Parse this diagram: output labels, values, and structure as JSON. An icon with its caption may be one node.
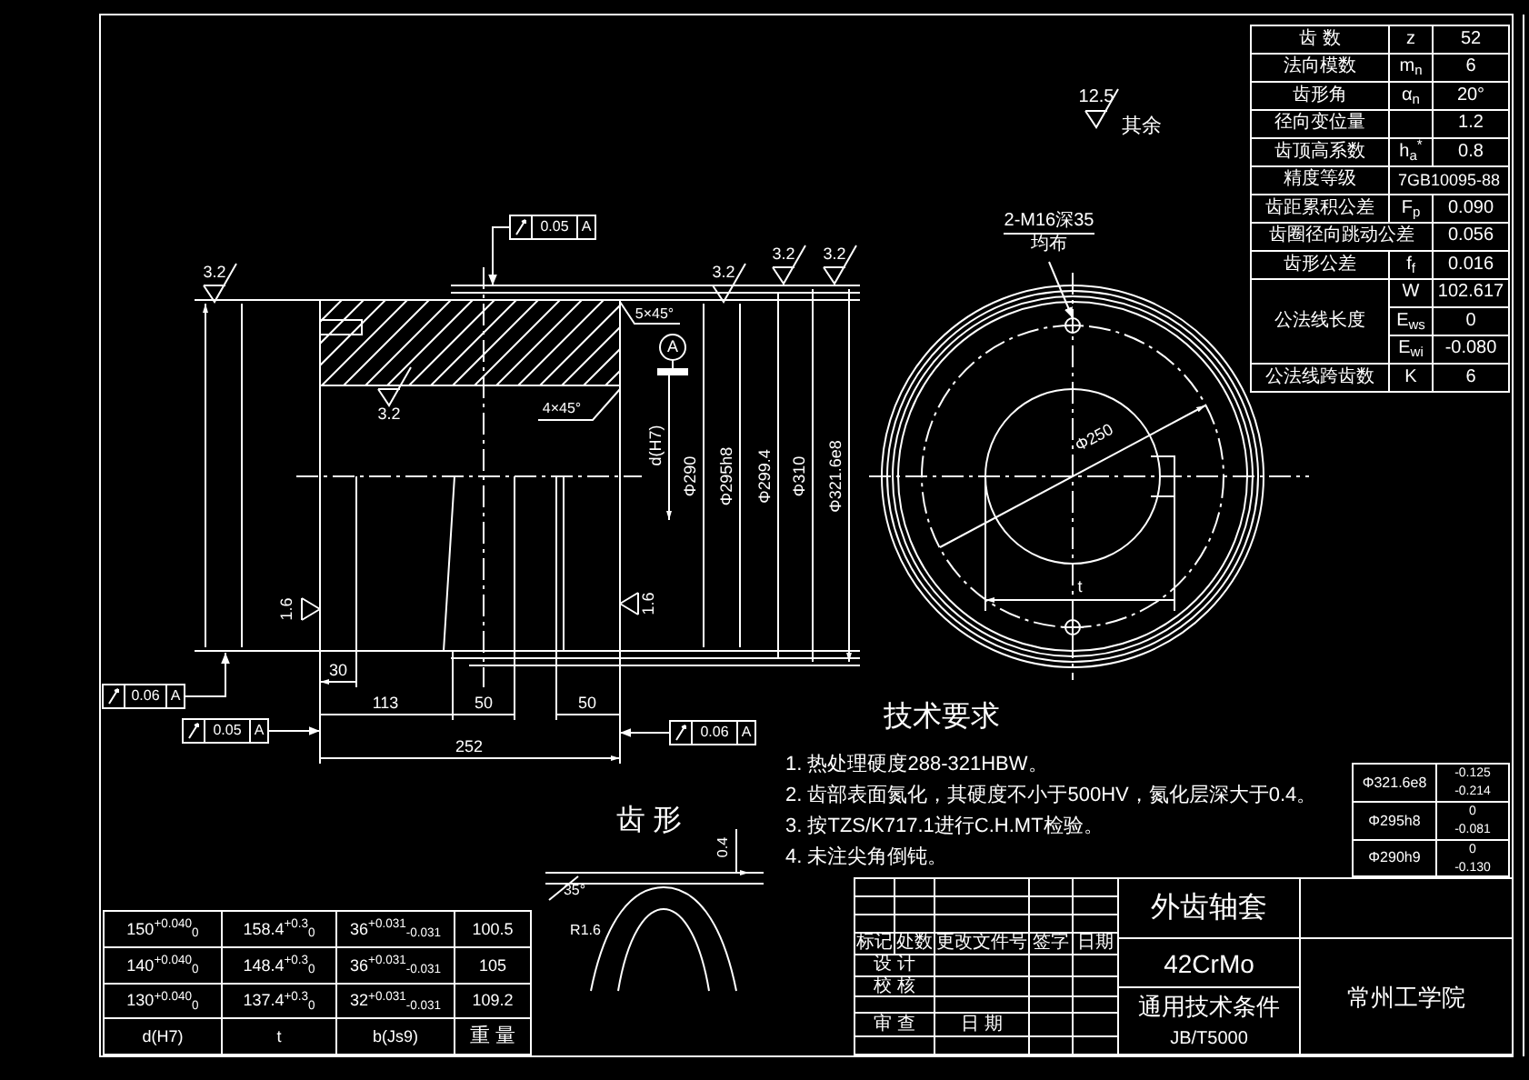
{
  "diagram": {
    "nodes": [
      {
        "text": [
          "2-M16深35",
          "均布"
        ]
      },
      {
        "text": [],
        "shape": "circle"
      },
      {
        "text": [
          "0.05",
          "A"
        ]
      },
      {
        "text": [
          "0.06",
          "A"
        ]
      },
      {
        "text": [
          "0.05",
          "A"
        ]
      },
      {
        "text": [
          "0.06",
          "A"
        ]
      }
    ],
    "edges": [
      {
        "from": 0,
        "to": 1,
        "arrow": "to"
      },
      {
        "from": 2,
        "to": null,
        "arrow": "to"
      },
      {
        "from": 3,
        "to": null,
        "arrow": "to"
      },
      {
        "from": 4,
        "to": null,
        "arrow": "to"
      },
      {
        "from": 5,
        "to": null,
        "arrow": "to"
      }
    ],
    "labels": [
      "齿 数",
      "z",
      "52",
      "法向模数",
      "m$_{n}$",
      "6",
      "齿形角",
      "α$_{n}$",
      "20°",
      "径向变位量",
      "1.2",
      "齿顶高系数",
      "h$_{a}$$^{*}$",
      "0.8",
      "精度等级",
      "7GB10095-88",
      "齿距累积公差",
      "F$_{p}$",
      "0.090",
      "齿圈径向跳动公差",
      "0.056",
      "齿形公差",
      "f$_{f}$",
      "0.016",
      "公法线长度",
      "W",
      "102.617",
      "E$_{ws}$",
      "0",
      "E$_{wi}$",
      "-0.080",
      "公法线跨齿数",
      "K",
      "6",
      "Φ321.6e8",
      "-0.125",
      "-0.214",
      "Φ295h8",
      "0",
      "-0.081",
      "Φ290h9",
      "0",
      "-0.130",
      "技术要求",
      "1. 热处理硬度288-321HBW。",
      "2. 齿部表面氮化，其硬度不小于500HV，氮化层深大于0.4。",
      "3. 按TZS/K717.1进行C.H.MT检验。",
      "4. 未注尖角倒钝。",
      "齿 形",
      "0.4",
      "35°",
      "R1.6",
      "150$^{+0.040}$$_{0}$",
      "158.4$^{+0.3}$$_{0}$",
      "36$^{+0.031}$$_{-0.031}$",
      "100.5",
      "140$^{+0.040}$$_{0}$",
      "148.4$^{+0.3}$$_{0}$",
      "36$^{+0.031}$$_{-0.031}$",
      "105",
      "130$^{+0.040}$$_{0}$",
      "137.4$^{+0.3}$$_{0}$",
      "32$^{+0.031}$$_{-0.031}$",
      "109.2",
      "d(H7)",
      "t",
      "b(Js9)",
      "重 量",
      "外齿轴套",
      "42CrMo",
      "通用技术条件",
      "JB/T5000",
      "常州工学院",
      "标记",
      "处数",
      "更改文件号",
      "签字",
      "日期",
      "设 计",
      "校 核",
      "审 查",
      "日 期",
      "12.5",
      "其余",
      "3.2",
      "3.2",
      "3.2",
      "3.2",
      "3.2",
      "1.6",
      "1.6",
      "A",
      "30",
      "113",
      "50",
      "50",
      "252",
      "5×45°",
      "4×45°",
      "d(H7)",
      "Φ290",
      "Φ295h8",
      "Φ299.4",
      "Φ310",
      "Φ321.6e8",
      "Φ250",
      "t"
    ]
  }
}
